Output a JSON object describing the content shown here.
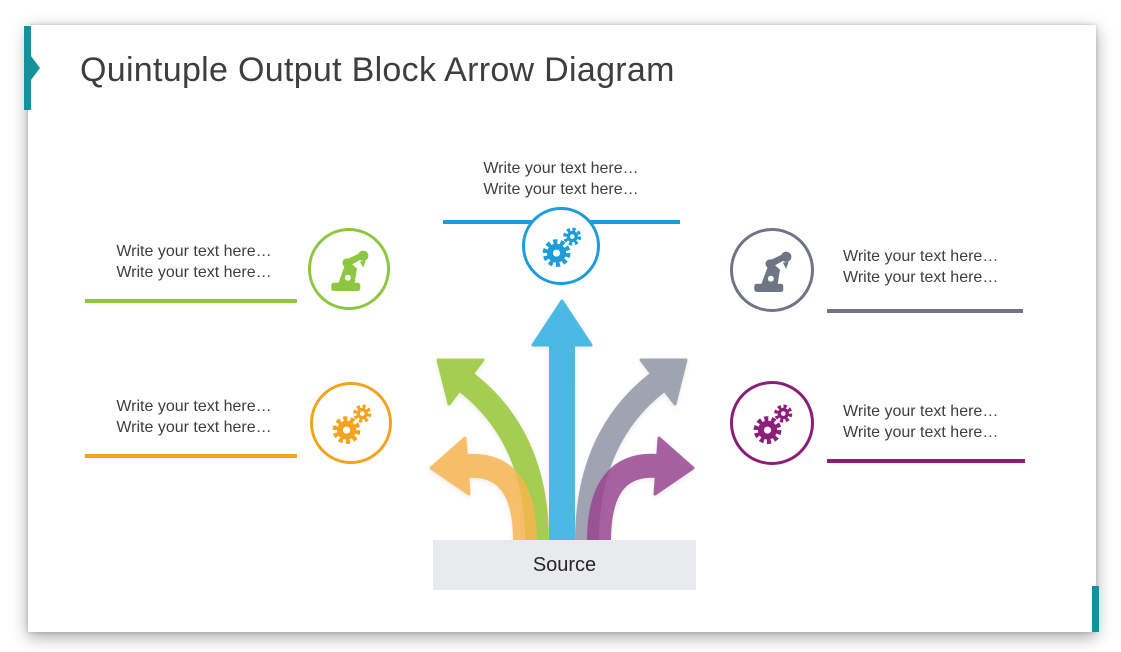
{
  "slide": {
    "title": "Quintuple Output Block Arrow Diagram",
    "accent_color": "#15919B"
  },
  "source": {
    "label": "Source",
    "background": "#E9EAEE"
  },
  "outputs": [
    {
      "name": "top-center",
      "icon": "gears-icon",
      "color": "#1E9CD8",
      "arrow_color": "#28ACE2",
      "lines": [
        "Write your text here…",
        "Write your text here…"
      ]
    },
    {
      "name": "upper-left",
      "icon": "robot-arm-icon",
      "color": "#8DC63F",
      "arrow_color": "#94C72E",
      "lines": [
        "Write your text here…",
        "Write your text here…"
      ]
    },
    {
      "name": "upper-right",
      "icon": "robot-arm-icon",
      "color": "#6E7585",
      "arrow_color": "#8F93A3",
      "lines": [
        "Write your text here…",
        "Write your text here…"
      ]
    },
    {
      "name": "lower-left",
      "icon": "gears-icon",
      "color": "#F5A21C",
      "arrow_color": "#F9B44E",
      "lines": [
        "Write your text here…",
        "Write your text here…"
      ]
    },
    {
      "name": "lower-right",
      "icon": "gears-icon",
      "color": "#8C1D78",
      "arrow_color": "#97418F",
      "lines": [
        "Write your text here…",
        "Write your text here…"
      ]
    }
  ]
}
